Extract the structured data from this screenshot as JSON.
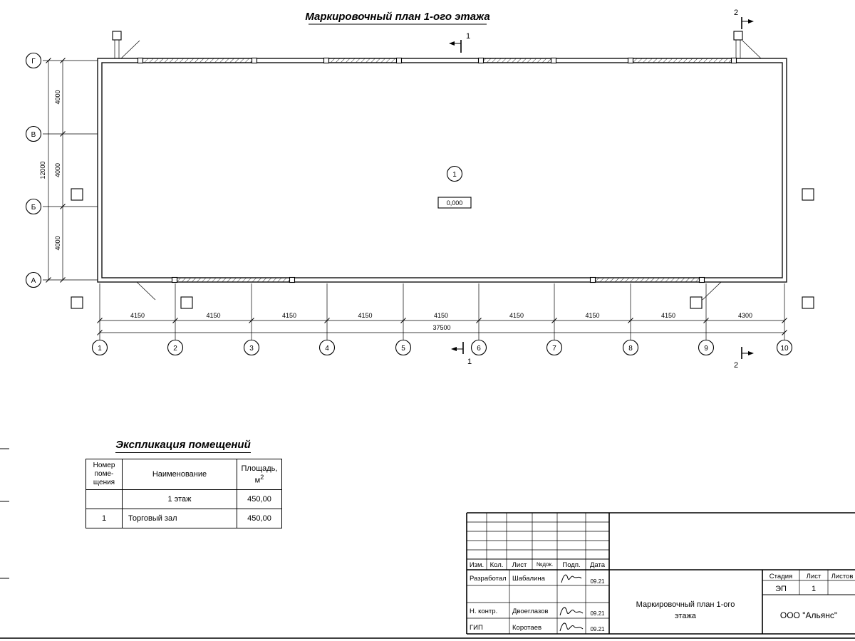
{
  "sheet": {
    "title": "Маркировочный план 1-ого этажа"
  },
  "plan": {
    "axes_h": [
      "1",
      "2",
      "3",
      "4",
      "5",
      "6",
      "7",
      "8",
      "9",
      "10"
    ],
    "axes_v": [
      "Г",
      "В",
      "Б",
      "А"
    ],
    "dims_bottom": [
      "4150",
      "4150",
      "4150",
      "4150",
      "4150",
      "4150",
      "4150",
      "4150",
      "4300"
    ],
    "dim_bottom_total": "37500",
    "dims_left": [
      "4000",
      "4000",
      "4000"
    ],
    "dim_left_total": "12000",
    "section_mark_1": "1",
    "section_mark_2": "2",
    "room_number": "1",
    "elevation_mark": "0,000"
  },
  "schedule": {
    "title": "Экспликация  помещений",
    "col1_line1": "Номер",
    "col1_line2": "поме-",
    "col1_line3": "щения",
    "col2": "Наименование",
    "col3_line1": "Площадь,",
    "col3_unit": "м",
    "col3_sup": "2",
    "rows": [
      {
        "num": "",
        "name": "1 этаж",
        "area": "450,00"
      },
      {
        "num": "1",
        "name": "Торговый зал",
        "area": "450,00"
      }
    ]
  },
  "titleblock": {
    "rev_headers": [
      "Изм.",
      "Кол.",
      "Лист",
      "№док.",
      "Подп.",
      "Дата"
    ],
    "rows": [
      {
        "role": "Разработал",
        "name": "Шабалина",
        "date": "09.21"
      },
      {
        "role": "Н. контр.",
        "name": "Двоеглазов",
        "date": "09.21"
      },
      {
        "role": "ГИП",
        "name": "Коротаев",
        "date": "09.21"
      }
    ],
    "doc_title_line1": "Маркировочный план 1-ого",
    "doc_title_line2": "этажа",
    "stage_label": "Стадия",
    "sheet_label": "Лист",
    "sheets_label": "Листов",
    "stage_value": "ЭП",
    "sheet_value": "1",
    "company": "ООО \"Альянс\""
  }
}
